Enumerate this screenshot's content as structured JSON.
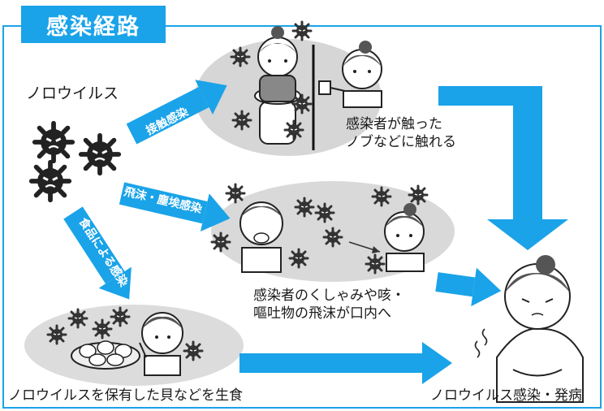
{
  "title": "感染経路",
  "virus_label": "ノロウイルス",
  "routes": {
    "contact": "接触感染",
    "droplet": "飛沫・塵埃感染",
    "food": "食品による感染"
  },
  "captions": {
    "contact": [
      "感染者が触った",
      "ノブなどに触れる"
    ],
    "droplet": [
      "感染者のくしゃみや咳・",
      "嘔吐物の飛沫が口内へ"
    ],
    "food": "ノロウイルスを保有した貝などを生食",
    "result": "ノロウイルス感染・発病"
  },
  "colors": {
    "accent": "#1aa3e8",
    "frame": "#1aa3e8"
  }
}
